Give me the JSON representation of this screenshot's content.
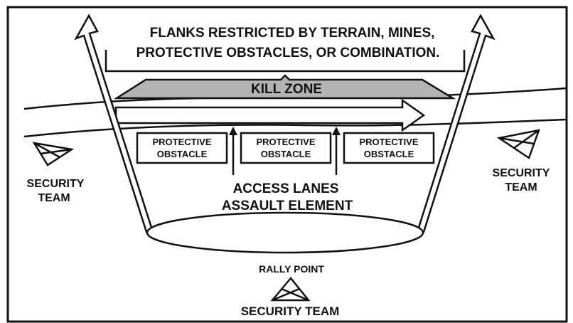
{
  "labels": {
    "flanks_line1": "FLANKS RESTRICTED BY TERRAIN, MINES,",
    "flanks_line2": "PROTECTIVE OBSTACLES, OR COMBINATION.",
    "kill_zone": "KILL ZONE",
    "obstacle_line1": "PROTECTIVE",
    "obstacle_line2": "OBSTACLE",
    "access_lanes": "ACCESS LANES",
    "assault_element": "ASSAULT ELEMENT",
    "rally_point": "RALLY POINT",
    "security_left_line1": "SECURITY",
    "security_left_line2": "TEAM",
    "security_right_line1": "SECURITY",
    "security_right_line2": "TEAM",
    "security_bottom": "SECURITY TEAM"
  },
  "colors": {
    "ink": "#111111",
    "kill_zone_fill": "#b3b3b3",
    "background": "#ffffff"
  },
  "icons": {
    "security_team": "triangle-x-icon",
    "flank_arrow": "hollow-arrow-icon"
  }
}
